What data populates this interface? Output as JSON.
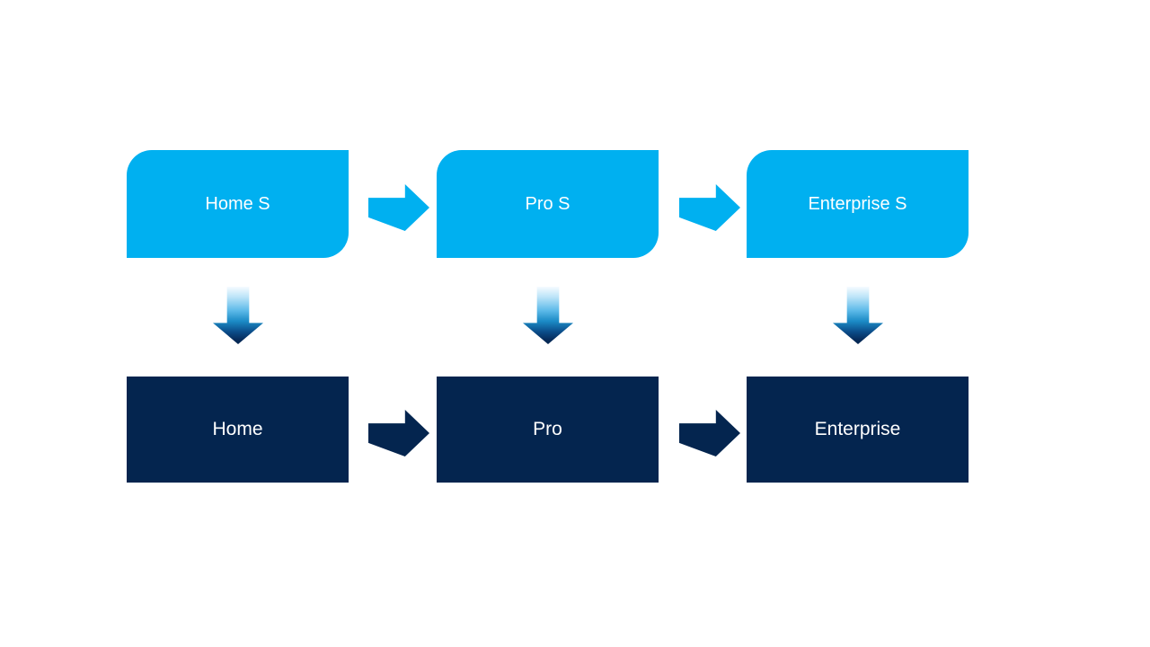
{
  "diagram": {
    "columns": [
      {
        "top_label": "Home S",
        "bottom_label": "Home"
      },
      {
        "top_label": "Pro S",
        "bottom_label": "Pro"
      },
      {
        "top_label": "Enterprise S",
        "bottom_label": "Enterprise"
      }
    ],
    "icons": {
      "between_top_boxes": "right-arrow-icon",
      "between_bottom_boxes": "right-arrow-icon",
      "top_to_bottom": "down-arrow-icon"
    },
    "colors": {
      "top_box_fill": "#00B0F0",
      "bottom_box_fill": "#04254F",
      "label_text": "#FFFFFF",
      "background": "#FFFFFF",
      "down_arrow_gradient_start": "#F6FBFF",
      "down_arrow_gradient_end": "#04254F"
    }
  }
}
